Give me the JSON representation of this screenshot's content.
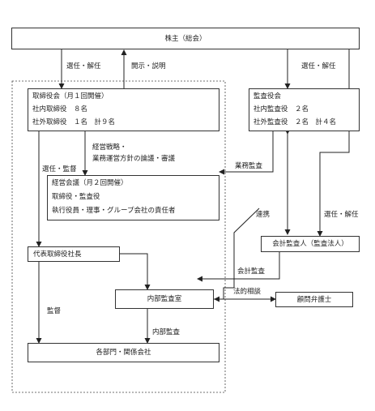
{
  "shareholders": "株主（総会）",
  "board": {
    "title": "取締役会（月１回開催）",
    "line1": "社内取締役　８名",
    "line2": "社外取締役　１名　計９名"
  },
  "audit_board": {
    "title": "監査役会",
    "line1": "社内監査役　２名",
    "line2": "社外監査役　２名　計４名"
  },
  "mgmt_meeting": {
    "title": "経営会議（月２回開催）",
    "line1": "取締役・監査役",
    "line2": "執行役員・理事・グループ会社の責任者"
  },
  "president": "代表取締役社長",
  "internal_audit_office": "内部監査室",
  "departments": "各部門・関係会社",
  "accounting_auditor": "会計監査人（監査法人）",
  "lawyer": "顧問弁護士",
  "labels": {
    "elect_dismiss_left": "選任・解任",
    "disclose_explain": "開示・説明",
    "elect_dismiss_right": "選任・解任",
    "elect_supervise": "選任・監督",
    "strategy_1": "経営戦略・",
    "strategy_2": "業務運営方針の論議・審議",
    "business_audit": "業務監査",
    "cooperation": "連携",
    "elect_dismiss_auditor": "選任・解任",
    "accounting_audit": "会計監査",
    "legal_consult": "法的相談",
    "supervise": "監督",
    "internal_audit": "内部監査"
  }
}
